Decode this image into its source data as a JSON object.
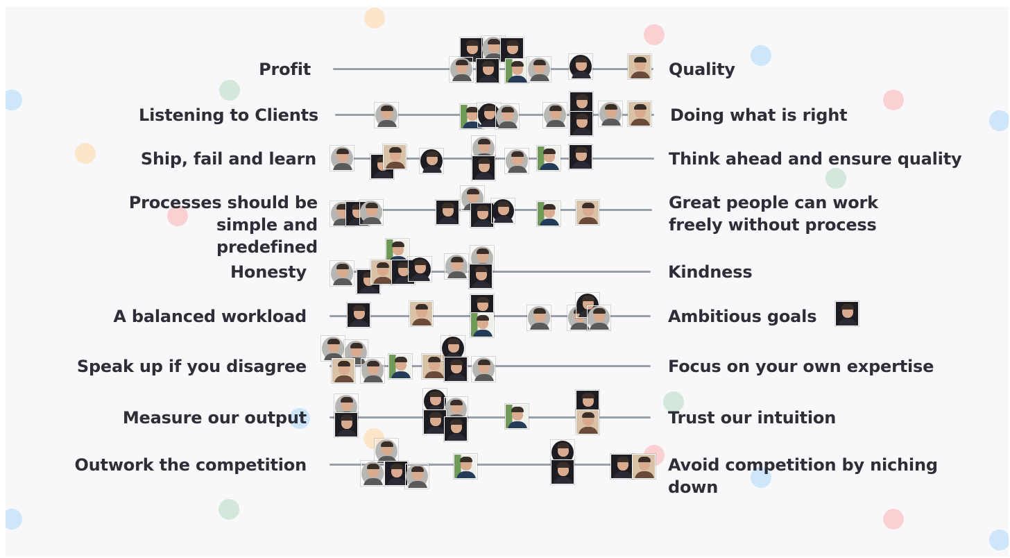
{
  "rows": [
    {
      "left": "Profit",
      "right": "Quality"
    },
    {
      "left": "Listening to Clients",
      "right": "Doing what is right"
    },
    {
      "left": "Ship, fail and learn",
      "right": "Think ahead and ensure quality"
    },
    {
      "left": "Processes should be simple and predefined",
      "right": "Great people can work freely without process"
    },
    {
      "left": "Honesty",
      "right": "Kindness"
    },
    {
      "left": "A balanced workload",
      "right": "Ambitious goals"
    },
    {
      "left": "Speak up if you disagree",
      "right": "Focus on your own expertise"
    },
    {
      "left": "Measure our output",
      "right": "Trust our intuition"
    },
    {
      "left": "Outwork the competition",
      "right": "Avoid competition by niching down"
    }
  ],
  "colors": {
    "background": "#f8f8fa",
    "text": "#2e2e38",
    "scale_line": "#9aa0ab",
    "dot_yellow": "#fbe3bf",
    "dot_pink": "#fbc9cb",
    "dot_blue": "#c6e3f8",
    "dot_green": "#cde4d4"
  },
  "avatar_icon": "person-avatar-icon",
  "decorative_icon": "confetti-dot-icon"
}
